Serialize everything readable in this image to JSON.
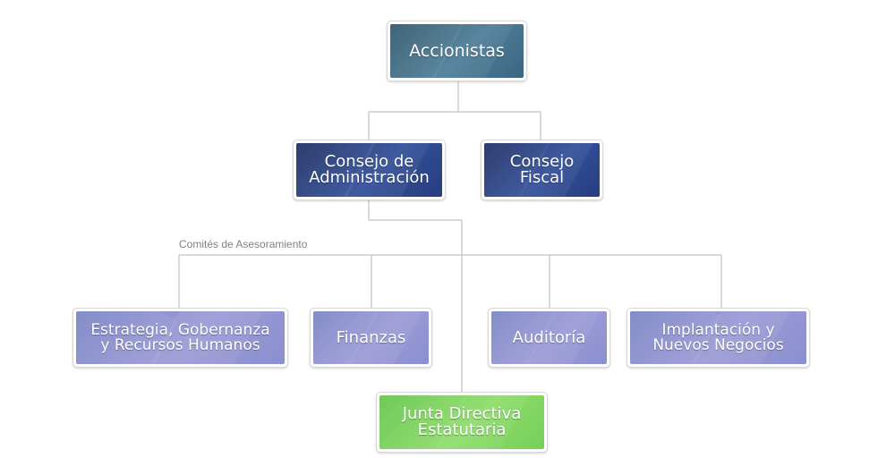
{
  "org_chart": {
    "committees_caption": "Comités de Asesoramiento",
    "nodes": {
      "accionistas": {
        "lines": [
          "Accionistas"
        ]
      },
      "consejo_admin": {
        "lines": [
          "Consejo de",
          "Administración"
        ]
      },
      "consejo_fiscal": {
        "lines": [
          "Consejo",
          "Fiscal"
        ]
      },
      "estrategia": {
        "lines": [
          "Estrategia, Gobernanza",
          "y Recursos Humanos"
        ]
      },
      "finanzas": {
        "lines": [
          "Finanzas"
        ]
      },
      "auditoria": {
        "lines": [
          "Auditoría"
        ]
      },
      "implantacion": {
        "lines": [
          "Implantación y",
          "Nuevos Negocios"
        ]
      },
      "junta": {
        "lines": [
          "Junta Directiva",
          "Estatutaria"
        ]
      }
    }
  },
  "colors": {
    "connector": "#b4b4b4",
    "shareholders": "#3d6a84",
    "board": "#2a407f",
    "committees": "#8d90cf",
    "executive": "#7ad35c"
  }
}
